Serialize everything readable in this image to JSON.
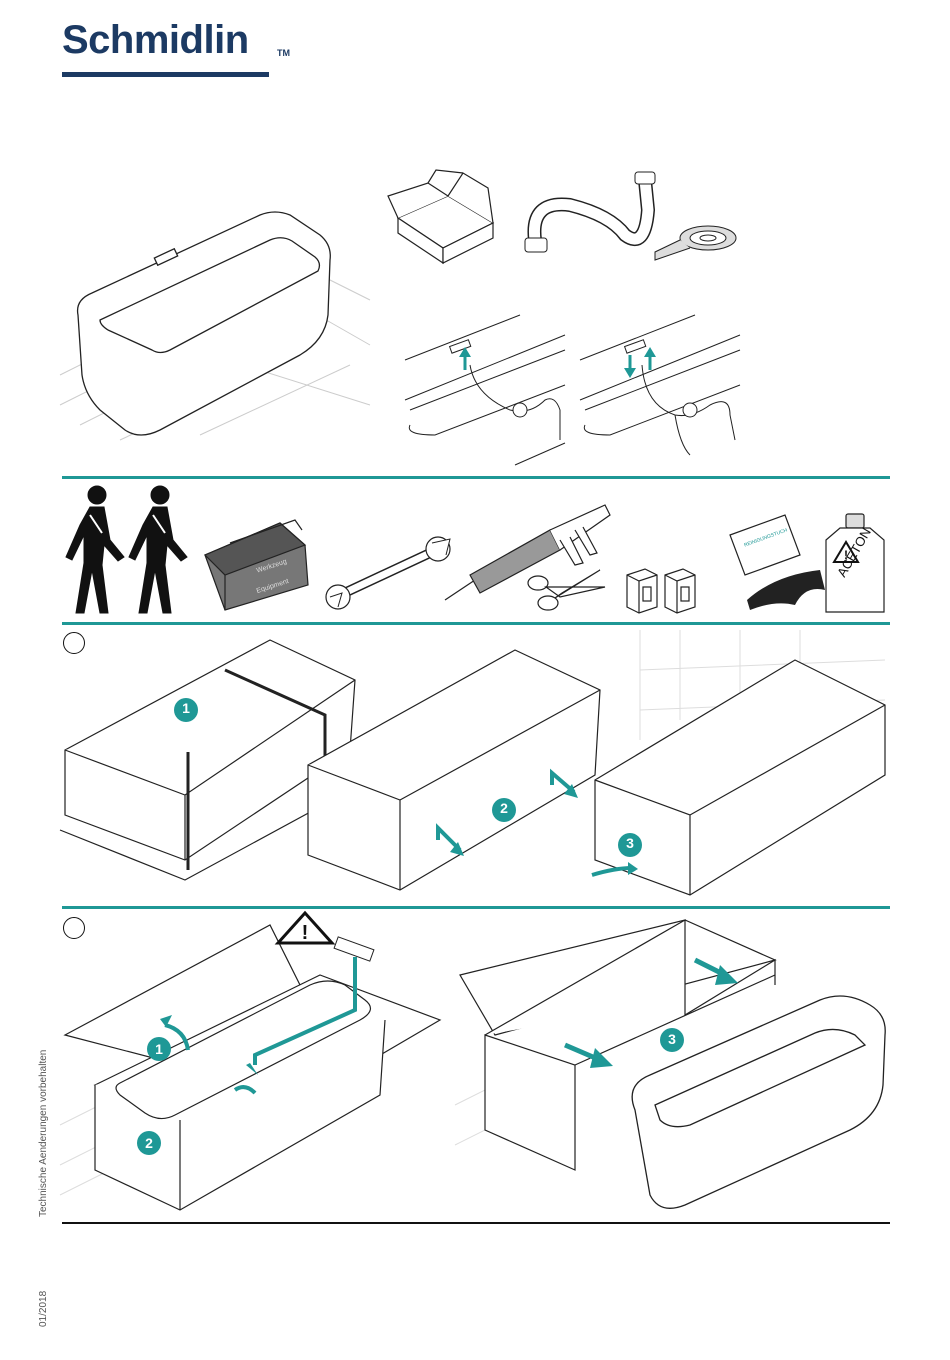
{
  "brand": {
    "name": "Schmidlin",
    "tm": "TM"
  },
  "tools": {
    "toolbox_lines": [
      "Werkzeug",
      "Equipment"
    ],
    "cloth_title": "REINIGUNGSTUCH",
    "acetone_label": "ACETON"
  },
  "steps": {
    "unpack_markers": [
      "1",
      "2",
      "3"
    ],
    "remove_markers": [
      "1",
      "2",
      "3"
    ]
  },
  "footer": {
    "side_note": "Technische Aenderungen vorbehalten",
    "date": "01/2018"
  },
  "colors": {
    "accent": "#1f9896",
    "brand": "#1c3a63"
  }
}
